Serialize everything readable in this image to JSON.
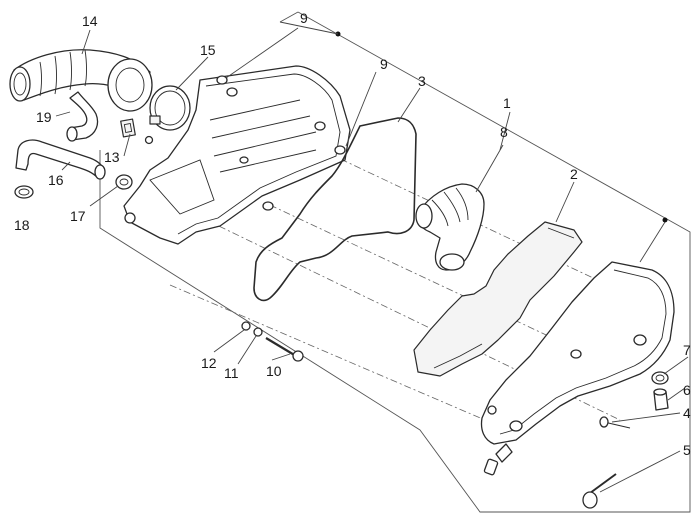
{
  "diagram": {
    "type": "exploded-parts-diagram",
    "callouts": [
      {
        "id": "c1",
        "label": "1"
      },
      {
        "id": "c2",
        "label": "2"
      },
      {
        "id": "c3",
        "label": "3"
      },
      {
        "id": "c4",
        "label": "4"
      },
      {
        "id": "c5",
        "label": "5"
      },
      {
        "id": "c6",
        "label": "6"
      },
      {
        "id": "c7",
        "label": "7"
      },
      {
        "id": "c8",
        "label": "8"
      },
      {
        "id": "c9a",
        "label": "9"
      },
      {
        "id": "c9b",
        "label": "9"
      },
      {
        "id": "c10",
        "label": "10"
      },
      {
        "id": "c11",
        "label": "11"
      },
      {
        "id": "c12",
        "label": "12"
      },
      {
        "id": "c13",
        "label": "13"
      },
      {
        "id": "c14",
        "label": "14"
      },
      {
        "id": "c15",
        "label": "15"
      },
      {
        "id": "c16",
        "label": "16"
      },
      {
        "id": "c17",
        "label": "17"
      },
      {
        "id": "c18",
        "label": "18"
      },
      {
        "id": "c19",
        "label": "19"
      }
    ]
  }
}
